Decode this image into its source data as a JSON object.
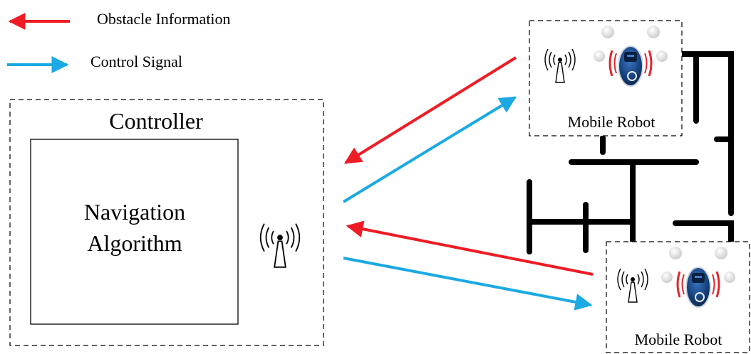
{
  "legend": {
    "obstacle_label": "Obstacle Information",
    "control_label": "Control Signal",
    "obstacle_color": "#ee1c25",
    "control_color": "#1ba9e3"
  },
  "controller": {
    "title": "Controller",
    "algorithm_line1": "Navigation",
    "algorithm_line2": "Algorithm",
    "antenna_icon": "antenna-icon"
  },
  "robots": [
    {
      "label": "Mobile Robot",
      "antenna_icon": "antenna-icon",
      "robot_icon": "robot-vacuum-icon"
    },
    {
      "label": "Mobile Robot",
      "antenna_icon": "antenna-icon",
      "robot_icon": "robot-vacuum-icon"
    }
  ]
}
